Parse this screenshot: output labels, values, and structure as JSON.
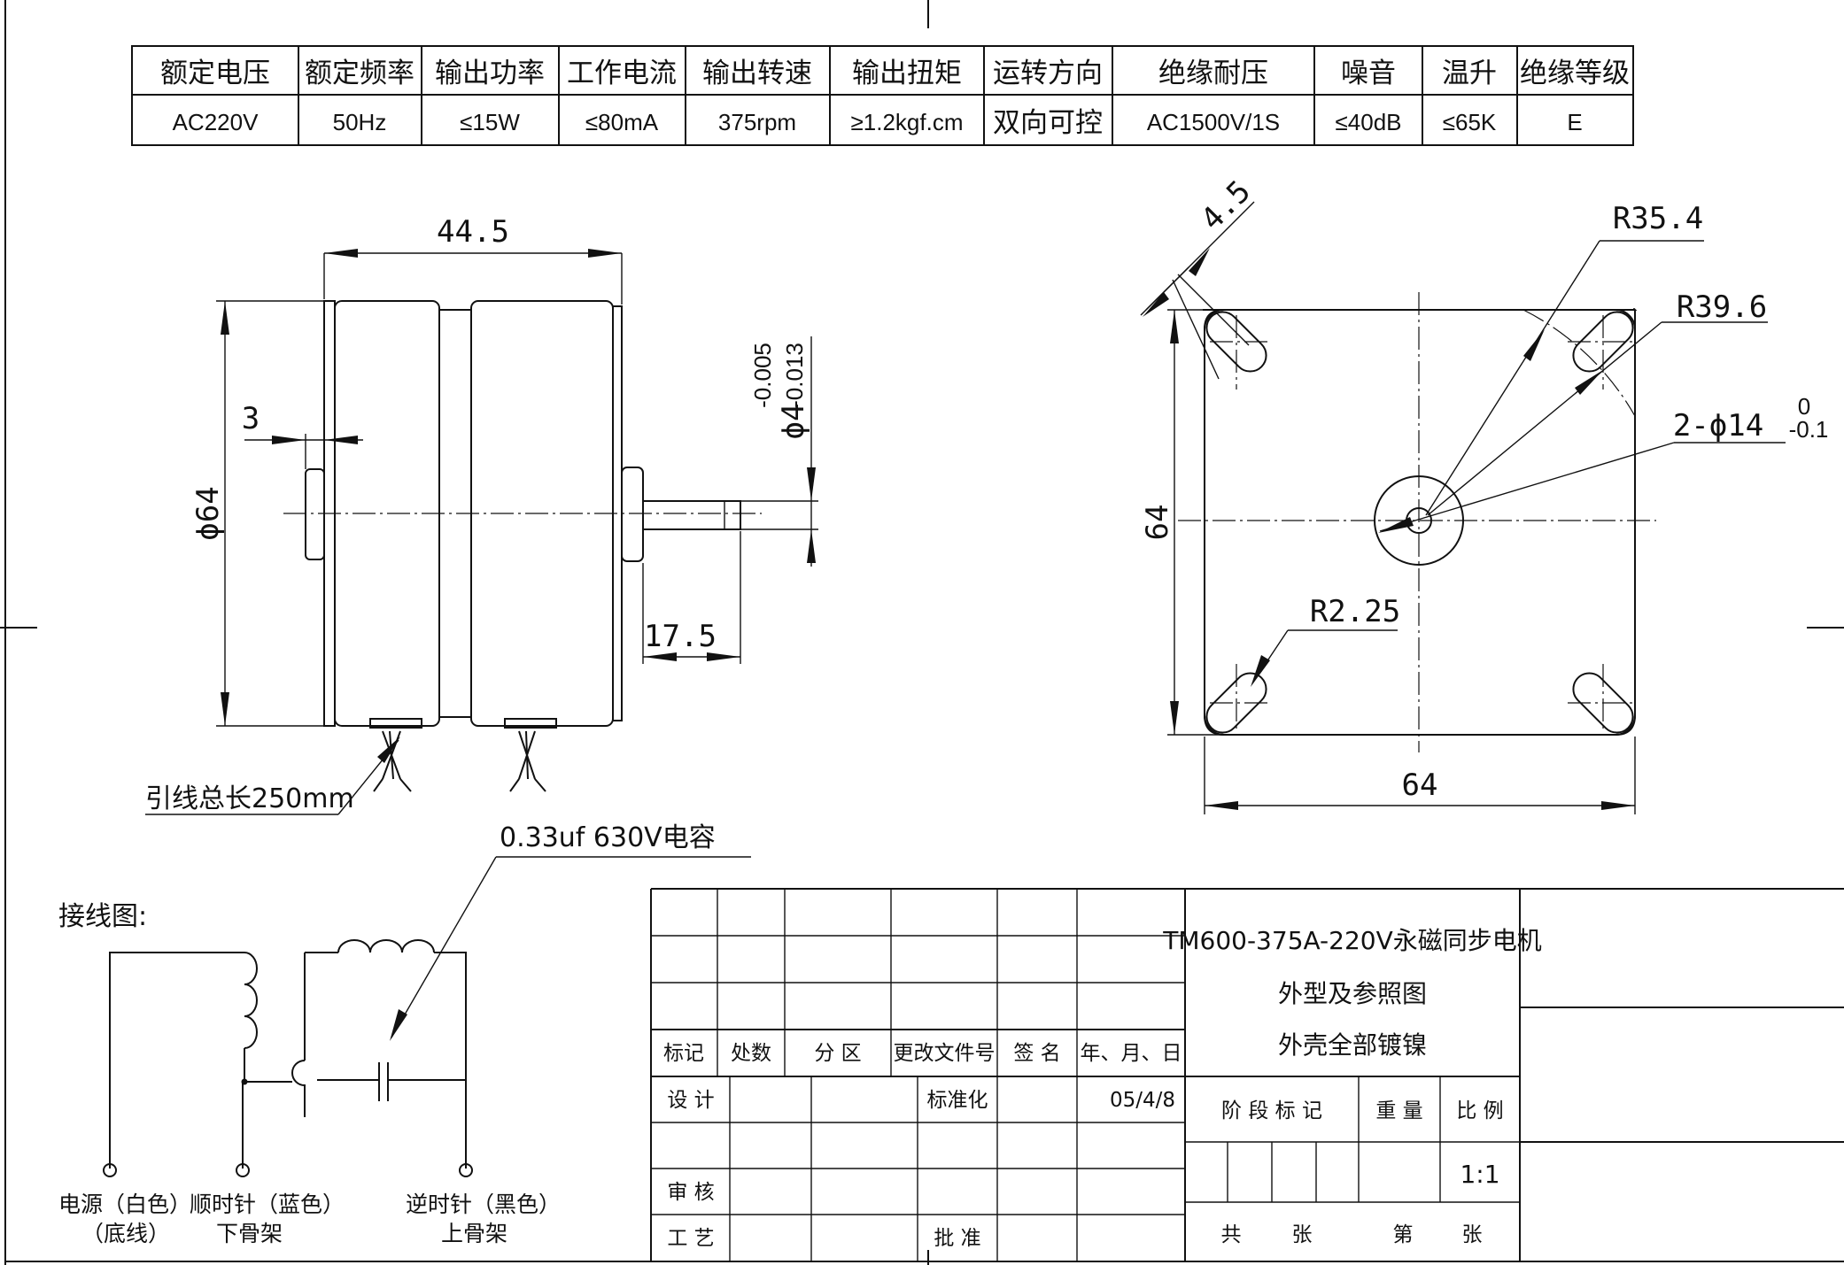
{
  "spec_table": {
    "headers": [
      "额定电压",
      "额定频率",
      "输出功率",
      "工作电流",
      "输出转速",
      "输出扭矩",
      "运转方向",
      "绝缘耐压",
      "噪音",
      "温升",
      "绝缘等级"
    ],
    "values": [
      "AC220V",
      "50Hz",
      "≤15W",
      "≤80mA",
      "375rpm",
      "≥1.2kgf.cm",
      "双向可控",
      "AC1500V/1S",
      "≤40dB",
      "≤65K",
      "E"
    ]
  },
  "side_view": {
    "dim_length": "44.5",
    "dim_diameter": "ϕ64",
    "dim_boss": "3",
    "dim_shaft_length": "17.5",
    "dim_shaft_diameter": "ϕ4",
    "shaft_tol_upper": "-0.005",
    "shaft_tol_lower": "-0.013",
    "lead_note": "引线总长250mm",
    "capacitor_note": "0.33uf 630V电容"
  },
  "front_view": {
    "dim_width": "64",
    "dim_height": "64",
    "dim_slot": "4.5",
    "dim_r1": "R35.4",
    "dim_r2": "R39.6",
    "dim_holes": "2-ϕ14",
    "holes_tol_upper": "0",
    "holes_tol_lower": "-0.1",
    "dim_slot_radius": "R2.25"
  },
  "wiring": {
    "title": "接线图:",
    "terminal1": "电源（白色）",
    "terminal1_sub": "（底线）",
    "terminal2": "顺时针（蓝色）",
    "terminal2_sub": "下骨架",
    "terminal3": "逆时针（黑色）",
    "terminal3_sub": "上骨架"
  },
  "title_block": {
    "product": "TM600-375A-220V永磁同步电机",
    "drawing_name": "外型及参照图",
    "finish_note": "外壳全部镀镍",
    "rev_headers": [
      "标记",
      "处数",
      "分 区",
      "更改文件号",
      "签 名",
      "年、月、日"
    ],
    "design": "设 计",
    "standardize": "标准化",
    "date": "05/4/8",
    "review": "审 核",
    "process": "工 艺",
    "approve": "批 准",
    "stage_mark": "阶 段 标 记",
    "weight": "重 量",
    "scale_label": "比 例",
    "scale": "1:1",
    "sheets_total": "共",
    "sheets_unit1": "张",
    "sheet_no": "第",
    "sheets_unit2": "张"
  }
}
